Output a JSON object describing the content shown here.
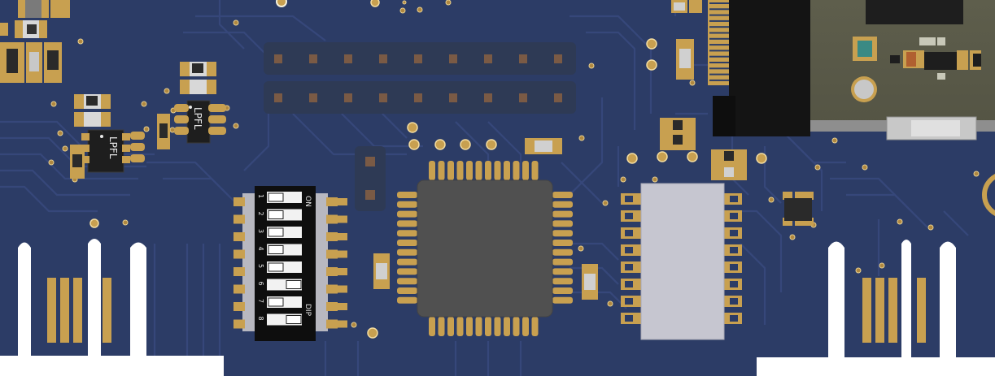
{
  "board": {
    "substrate_color": "#2c3c66",
    "pad_color": "#c8a050",
    "module_color": "#5a5a4a"
  },
  "dip_switch": {
    "on_label": "ON",
    "dip_label": "DIP",
    "numbers": [
      "1",
      "2",
      "3",
      "4",
      "5",
      "6",
      "7",
      "8"
    ],
    "positions": [
      "left",
      "left",
      "left",
      "left",
      "left",
      "right",
      "left",
      "right"
    ]
  },
  "inductors": [
    {
      "label": "LPFL"
    },
    {
      "label": "LPFL"
    }
  ]
}
